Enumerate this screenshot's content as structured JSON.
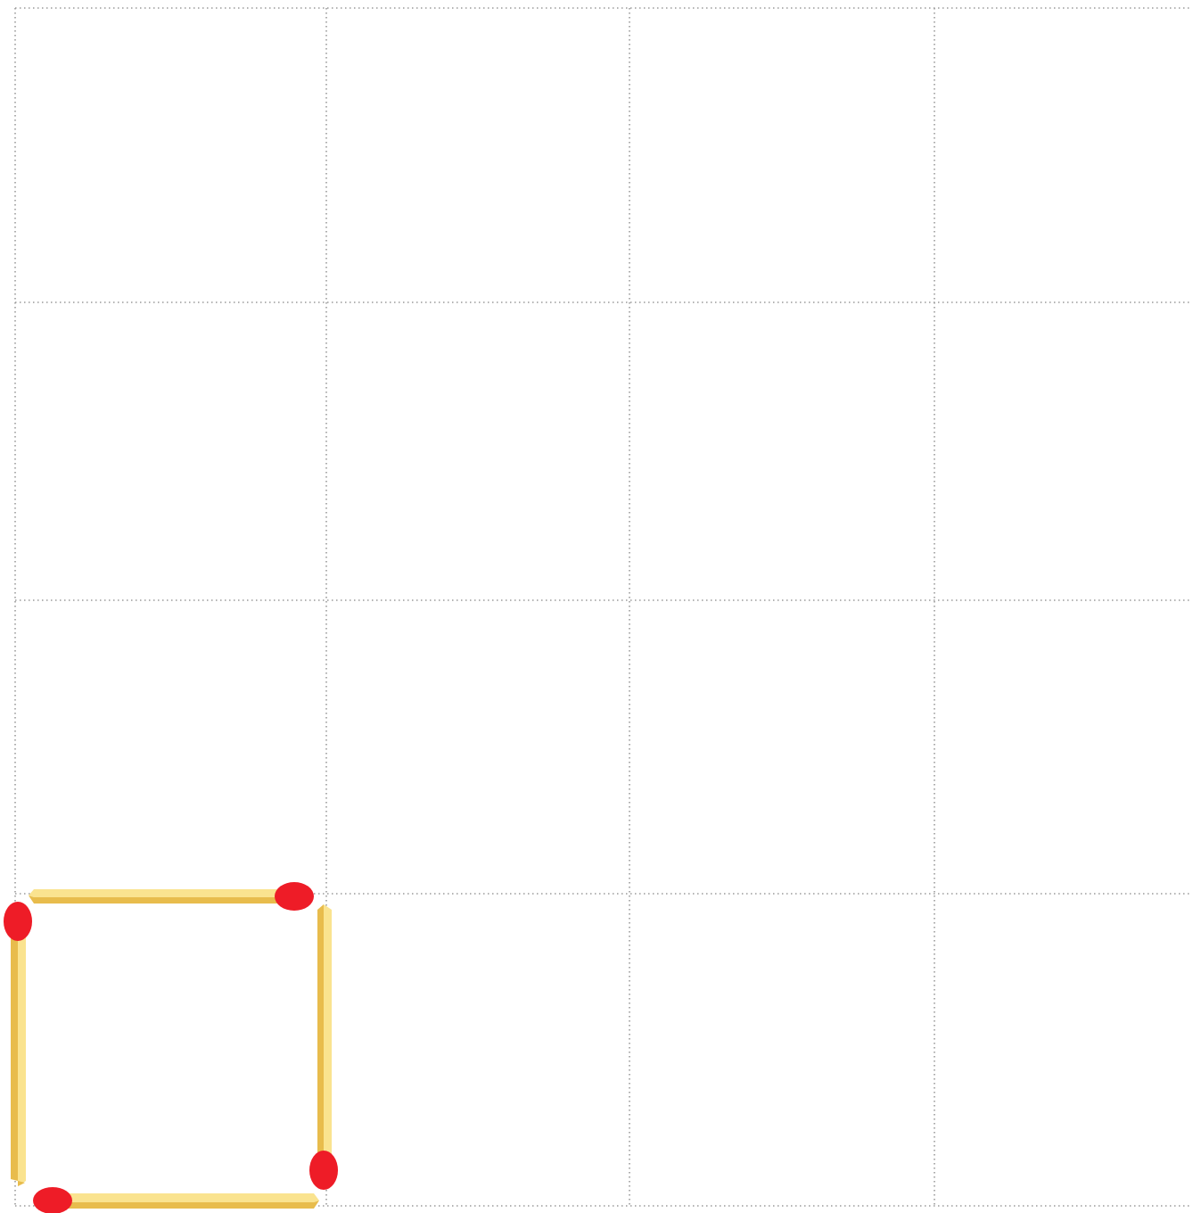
{
  "puzzle": {
    "grid": {
      "columns": 4,
      "rows": 4,
      "line_color": "#9a9a9a",
      "line_style": "dotted"
    },
    "matchstick_colors": {
      "stick_light": "#fae38f",
      "stick_dark": "#e8bc4c",
      "head": "#ee1c27"
    },
    "matchsticks": [
      {
        "id": "top",
        "orientation": "horizontal",
        "head": "right"
      },
      {
        "id": "right",
        "orientation": "vertical",
        "head": "bottom"
      },
      {
        "id": "bottom",
        "orientation": "horizontal",
        "head": "left"
      },
      {
        "id": "left",
        "orientation": "vertical",
        "head": "top"
      }
    ]
  }
}
